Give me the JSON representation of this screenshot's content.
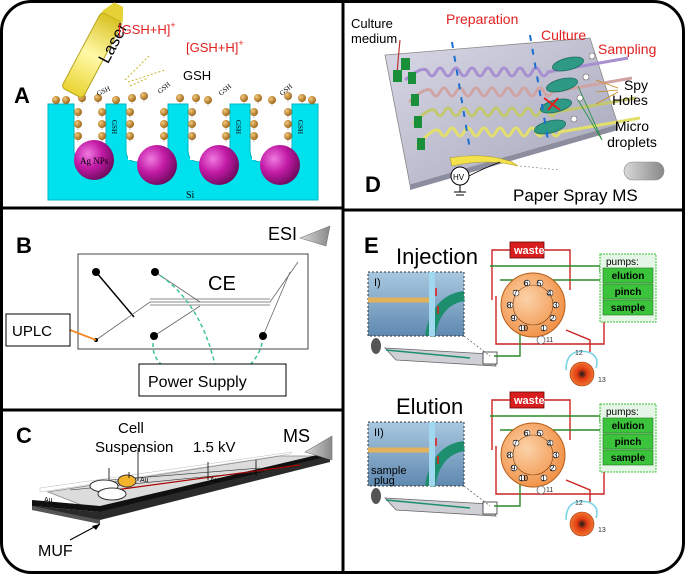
{
  "panels": {
    "A": {
      "letter": "A",
      "laser": "Laser",
      "ion1": "[GSH+H]",
      "ion2": "[GSH+H]",
      "charge": "+",
      "gsh": "GSH",
      "gsh_small": "GSH",
      "np_label": "Ag NPs",
      "substrate": "Si"
    },
    "B": {
      "letter": "B",
      "esi": "ESI",
      "ce": "CE",
      "uplc": "UPLC",
      "power": "Power Supply"
    },
    "C": {
      "letter": "C",
      "cell_line1": "Cell",
      "cell_line2": "Suspension",
      "kv": "1.5 kV",
      "ms": "MS",
      "muf": "MUF",
      "au": "Au"
    },
    "D": {
      "letter": "D",
      "culture_medium_1": "Culture",
      "culture_medium_2": "medium",
      "preparation": "Preparation",
      "culture": "Culture",
      "sampling": "Sampling",
      "spy_1": "Spy",
      "spy_2": "Holes",
      "micro_1": "Micro",
      "micro_2": "droplets",
      "hv": "HV",
      "paper_spray": "Paper Spray MS"
    },
    "E": {
      "letter": "E",
      "injection": "Injection",
      "elution": "Elution",
      "waste": "waste",
      "pumps": "pumps:",
      "pump_elution": "elution",
      "pump_pinch": "pinch",
      "pump_sample": "sample",
      "inset1": "I)",
      "inset2": "II)",
      "sample_plug_1": "sample",
      "sample_plug_2": "plug",
      "port_labels": [
        "6",
        "5",
        "7",
        "4",
        "8",
        "3",
        "9",
        "2",
        "10",
        "1",
        "11",
        "12",
        "13"
      ]
    }
  },
  "colors": {
    "cyan_substrate": "#00e5ef",
    "np_magenta": "#b0199a",
    "gold_particle": "#c68a2b",
    "laser_yellow": "#f4e34a",
    "red_text": "#e02020",
    "pump_green": "#3cc33c",
    "waste_red": "#d81e1e",
    "valve_orange": "#f7a35c"
  }
}
